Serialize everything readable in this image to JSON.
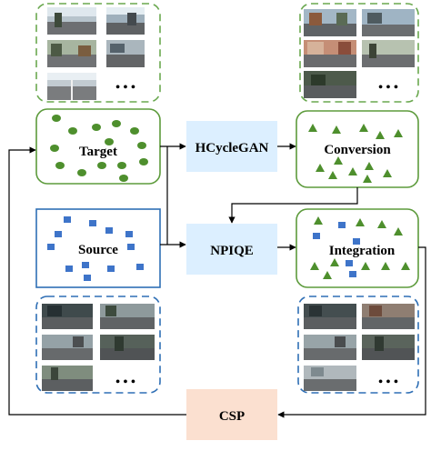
{
  "nodes": {
    "target": "Target",
    "source": "Source",
    "hcyclegan": "HCycleGAN",
    "conversion": "Conversion",
    "npiqe": "NPIQE",
    "integration": "Integration",
    "csp": "CSP"
  },
  "thumbnails": {
    "ellipsis": "• • •"
  },
  "colors": {
    "target_green": "#5d9b3c",
    "shape_green": "#4e8f2d",
    "source_blue": "#2f6fb5",
    "blue_shape": "#3e74c9",
    "process_fill": "#dcefff",
    "csp_fill": "#fbe0d0",
    "arrow": "#000000"
  }
}
